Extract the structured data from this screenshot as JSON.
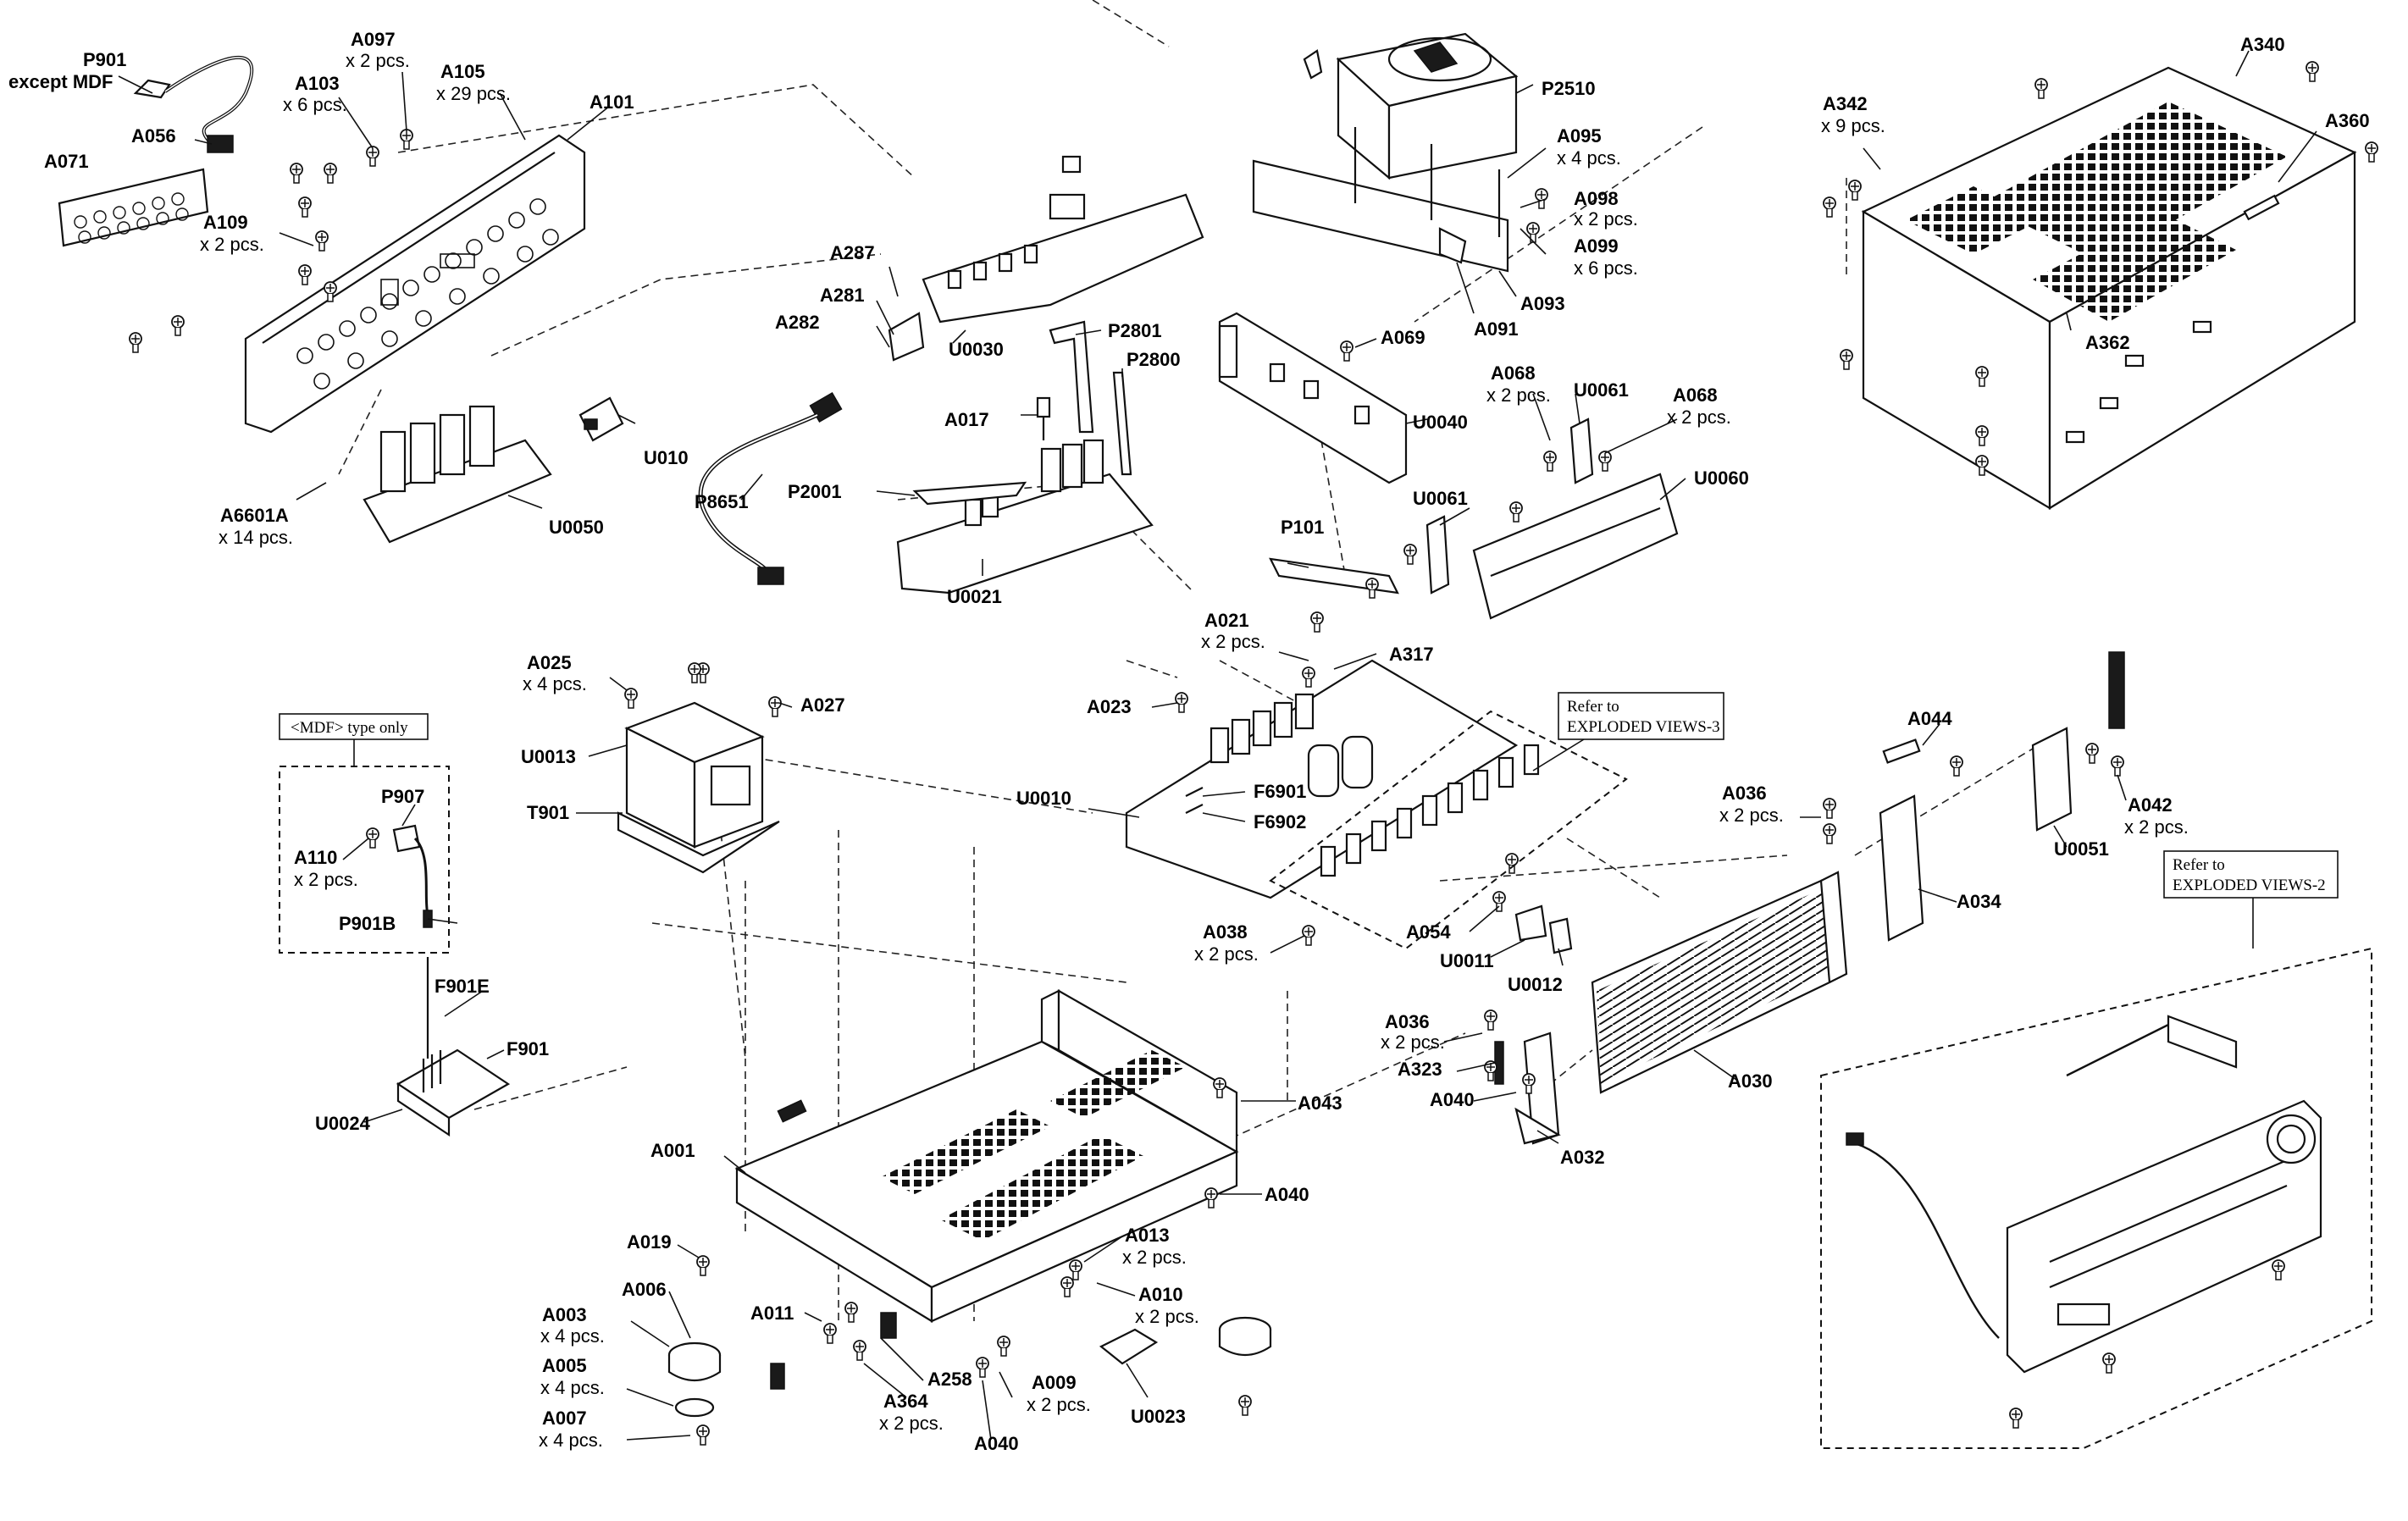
{
  "diagram": {
    "notes": {
      "mdf_box": "<MDF> type only",
      "refer_views_3": [
        "Refer to",
        "EXPLODED VIEWS-3"
      ],
      "refer_views_2": [
        "Refer to",
        "EXPLODED VIEWS-2"
      ]
    },
    "labels": [
      {
        "id": "P901",
        "text": "P901",
        "sub": "except MDF"
      },
      {
        "id": "A071",
        "text": "A071"
      },
      {
        "id": "A056",
        "text": "A056"
      },
      {
        "id": "A103",
        "text": "A103",
        "qty": "x 6 pcs."
      },
      {
        "id": "A097",
        "text": "A097",
        "qty": "x 2 pcs."
      },
      {
        "id": "A105",
        "text": "A105",
        "qty": "x 29 pcs."
      },
      {
        "id": "A101",
        "text": "A101"
      },
      {
        "id": "A109",
        "text": "A109",
        "qty": "x 2 pcs."
      },
      {
        "id": "U010",
        "text": "U010"
      },
      {
        "id": "A6601A",
        "text": "A6601A",
        "qty": "x 14 pcs."
      },
      {
        "id": "U0050",
        "text": "U0050"
      },
      {
        "id": "A287",
        "text": "A287"
      },
      {
        "id": "A281",
        "text": "A281"
      },
      {
        "id": "A282",
        "text": "A282"
      },
      {
        "id": "U0030",
        "text": "U0030"
      },
      {
        "id": "P2801",
        "text": "P2801"
      },
      {
        "id": "P2800",
        "text": "P2800"
      },
      {
        "id": "A017",
        "text": "A017"
      },
      {
        "id": "P2001",
        "text": "P2001"
      },
      {
        "id": "P8651",
        "text": "P8651"
      },
      {
        "id": "U0021",
        "text": "U0021"
      },
      {
        "id": "P2510",
        "text": "P2510"
      },
      {
        "id": "A095",
        "text": "A095",
        "qty": "x 4 pcs."
      },
      {
        "id": "A098",
        "text": "A098",
        "qty": "x 2 pcs."
      },
      {
        "id": "A099",
        "text": "A099",
        "qty": "x 6 pcs."
      },
      {
        "id": "A093",
        "text": "A093"
      },
      {
        "id": "A091",
        "text": "A091"
      },
      {
        "id": "A069",
        "text": "A069"
      },
      {
        "id": "U0040",
        "text": "U0040"
      },
      {
        "id": "A068a",
        "text": "A068",
        "qty": "x 2 pcs."
      },
      {
        "id": "U0061a",
        "text": "U0061"
      },
      {
        "id": "A068b",
        "text": "A068",
        "qty": "x 2 pcs."
      },
      {
        "id": "U0061b",
        "text": "U0061"
      },
      {
        "id": "U0060",
        "text": "U0060"
      },
      {
        "id": "P101",
        "text": "P101"
      },
      {
        "id": "A342",
        "text": "A342",
        "qty": "x 9 pcs."
      },
      {
        "id": "A340",
        "text": "A340"
      },
      {
        "id": "A360",
        "text": "A360"
      },
      {
        "id": "A362",
        "text": "A362"
      },
      {
        "id": "A025",
        "text": "A025",
        "qty": "x 4 pcs."
      },
      {
        "id": "A027",
        "text": "A027"
      },
      {
        "id": "U0013",
        "text": "U0013"
      },
      {
        "id": "T901",
        "text": "T901"
      },
      {
        "id": "A021",
        "text": "A021",
        "qty": "x 2 pcs."
      },
      {
        "id": "A317",
        "text": "A317"
      },
      {
        "id": "A023",
        "text": "A023"
      },
      {
        "id": "U0010",
        "text": "U0010"
      },
      {
        "id": "F6901",
        "text": "F6901"
      },
      {
        "id": "F6902",
        "text": "F6902"
      },
      {
        "id": "A038",
        "text": "A038",
        "qty": "x 2 pcs."
      },
      {
        "id": "A044",
        "text": "A044"
      },
      {
        "id": "A036a",
        "text": "A036",
        "qty": "x 2 pcs."
      },
      {
        "id": "A034",
        "text": "A034"
      },
      {
        "id": "U0051",
        "text": "U0051"
      },
      {
        "id": "A042",
        "text": "A042",
        "qty": "x 2 pcs."
      },
      {
        "id": "A054",
        "text": "A054"
      },
      {
        "id": "U0011",
        "text": "U0011"
      },
      {
        "id": "U0012",
        "text": "U0012"
      },
      {
        "id": "A036b",
        "text": "A036",
        "qty": "x 2 pcs."
      },
      {
        "id": "A323",
        "text": "A323"
      },
      {
        "id": "A040a",
        "text": "A040"
      },
      {
        "id": "A032",
        "text": "A032"
      },
      {
        "id": "A030",
        "text": "A030"
      },
      {
        "id": "P907",
        "text": "P907"
      },
      {
        "id": "A110",
        "text": "A110",
        "qty": "x 2 pcs."
      },
      {
        "id": "P901B",
        "text": "P901B"
      },
      {
        "id": "F901E",
        "text": "F901E"
      },
      {
        "id": "F901",
        "text": "F901"
      },
      {
        "id": "U0024",
        "text": "U0024"
      },
      {
        "id": "A043",
        "text": "A043"
      },
      {
        "id": "A001",
        "text": "A001"
      },
      {
        "id": "A040b",
        "text": "A040"
      },
      {
        "id": "A019",
        "text": "A019"
      },
      {
        "id": "A013",
        "text": "A013",
        "qty": "x 2 pcs."
      },
      {
        "id": "A006",
        "text": "A006"
      },
      {
        "id": "A010",
        "text": "A010",
        "qty": "x 2 pcs."
      },
      {
        "id": "A011",
        "text": "A011"
      },
      {
        "id": "A003",
        "text": "A003",
        "qty": "x 4 pcs."
      },
      {
        "id": "A258",
        "text": "A258"
      },
      {
        "id": "A005",
        "text": "A005",
        "qty": "x 4 pcs."
      },
      {
        "id": "A364",
        "text": "A364",
        "qty": "x 2 pcs."
      },
      {
        "id": "A009",
        "text": "A009",
        "qty": "x 2 pcs."
      },
      {
        "id": "U0023",
        "text": "U0023"
      },
      {
        "id": "A007",
        "text": "A007",
        "qty": "x 4 pcs."
      },
      {
        "id": "A040c",
        "text": "A040"
      }
    ]
  }
}
